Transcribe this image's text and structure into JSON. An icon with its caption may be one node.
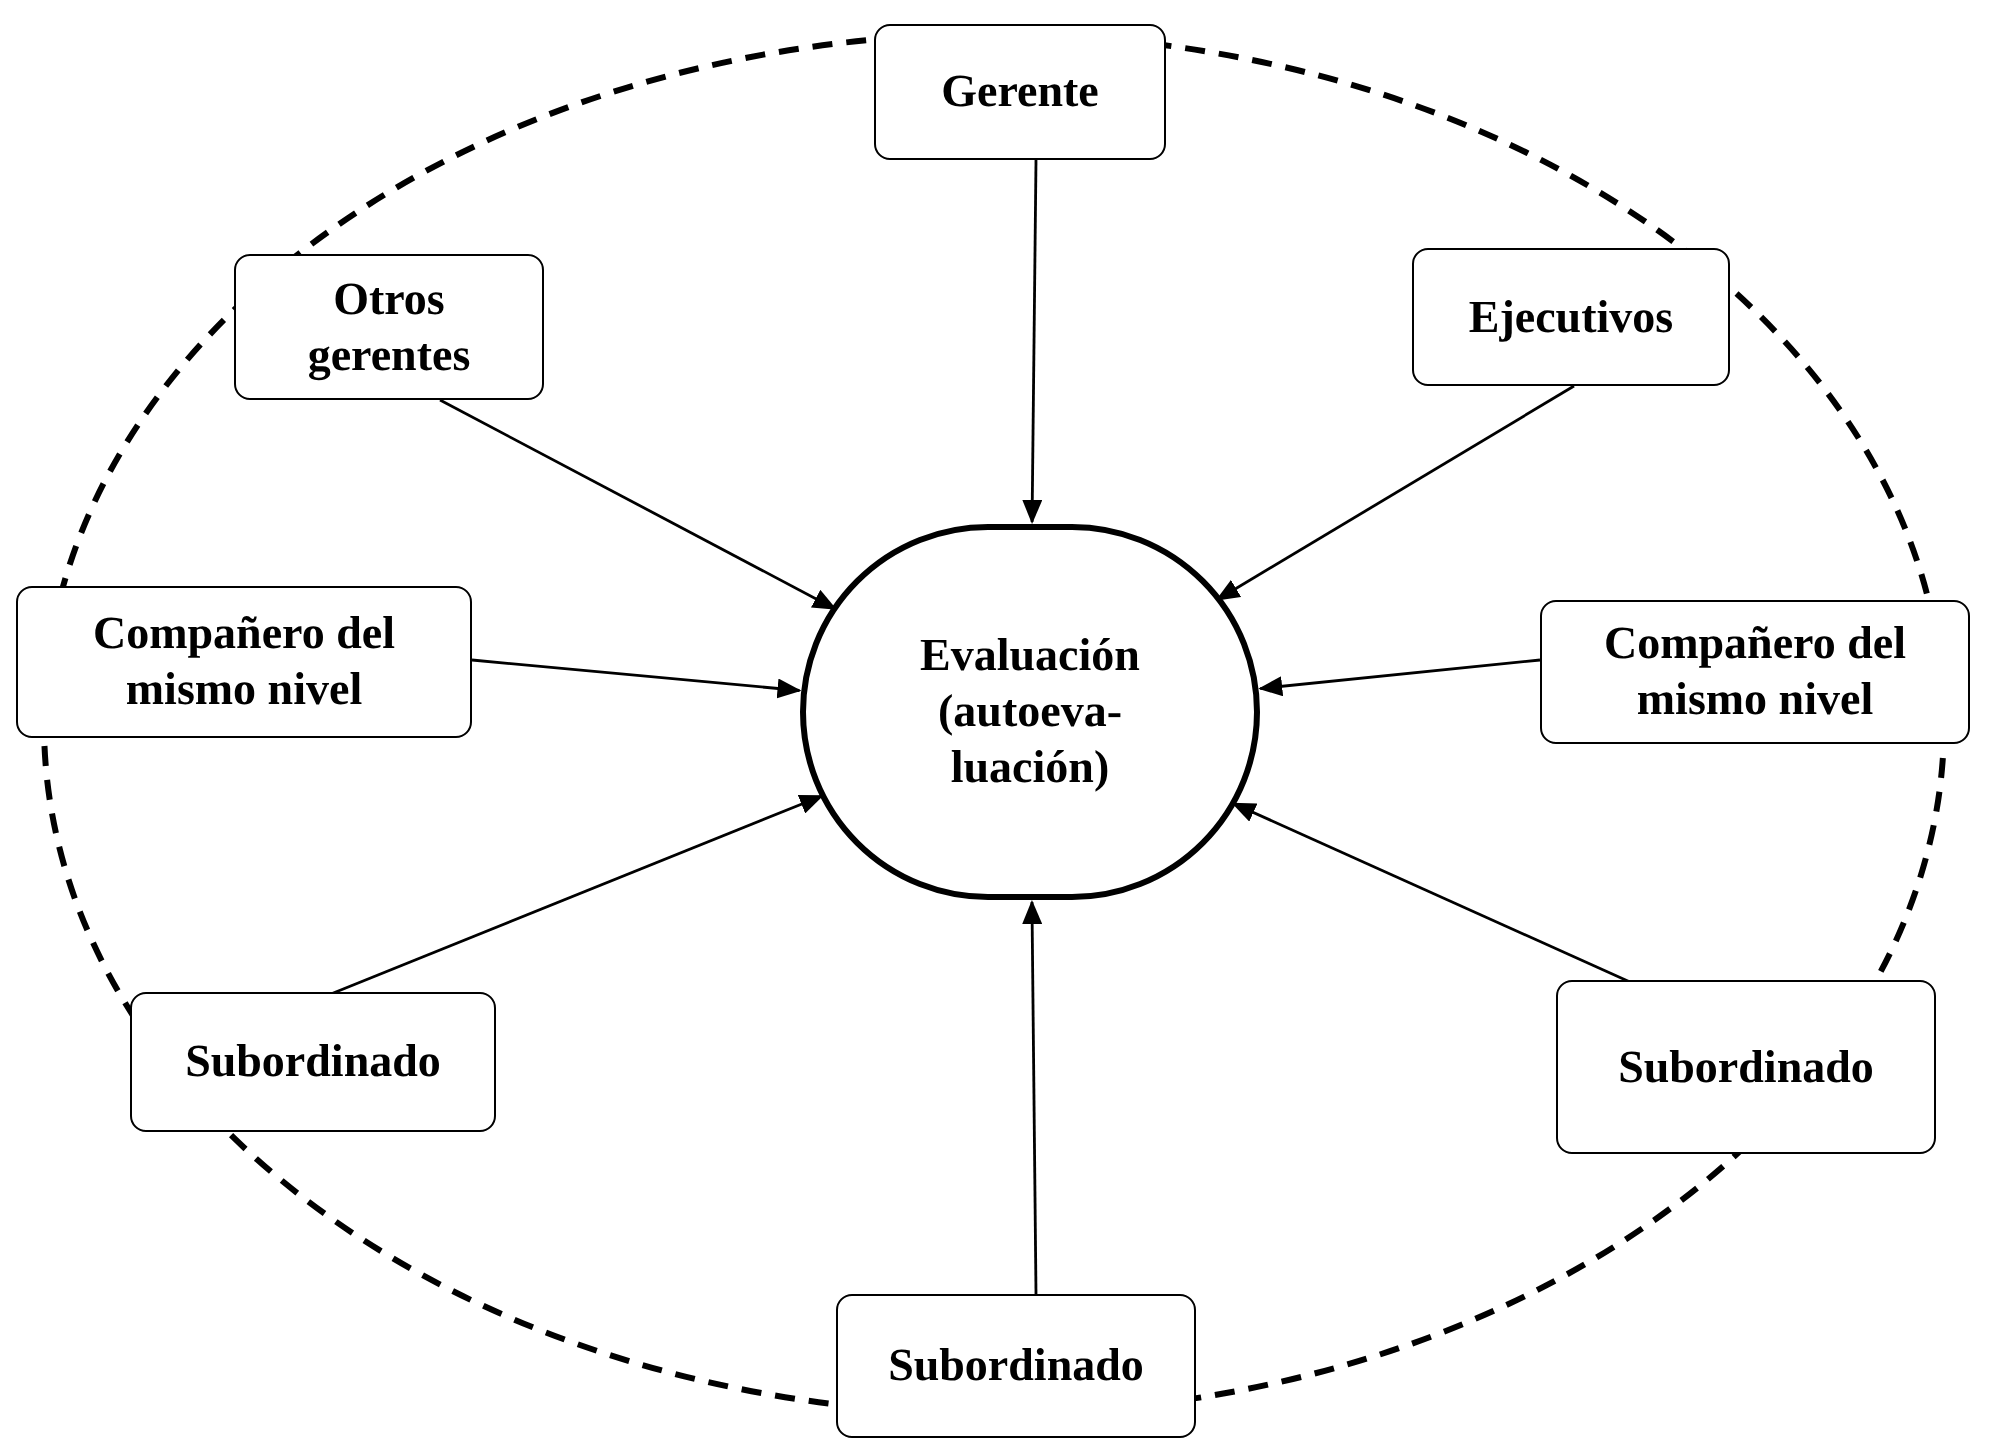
{
  "diagram": {
    "nodes": [
      {
        "text": [
          "Evaluación (autoeva- luación)"
        ]
      },
      {
        "text": [
          "Gerente"
        ]
      },
      {
        "text": [
          "Otros gerentes"
        ]
      },
      {
        "text": [
          "Ejecutivos"
        ]
      },
      {
        "text": [
          "Compañero del mismo nivel"
        ]
      },
      {
        "text": [
          "Compañero del mismo nivel"
        ]
      },
      {
        "text": [
          "Subordinado"
        ]
      },
      {
        "text": [
          "Subordinado"
        ]
      },
      {
        "text": [
          "Subordinado"
        ]
      }
    ],
    "edges": [
      {
        "from": 1,
        "to": 0,
        "arrow": "to"
      },
      {
        "from": 2,
        "to": 0,
        "arrow": "to"
      },
      {
        "from": 3,
        "to": 0,
        "arrow": "to"
      },
      {
        "from": 4,
        "to": 0,
        "arrow": "to"
      },
      {
        "from": 5,
        "to": 0,
        "arrow": "to"
      },
      {
        "from": 6,
        "to": 0,
        "arrow": "to"
      },
      {
        "from": 7,
        "to": 0,
        "arrow": "to"
      },
      {
        "from": 8,
        "to": 0,
        "arrow": "to"
      }
    ]
  }
}
